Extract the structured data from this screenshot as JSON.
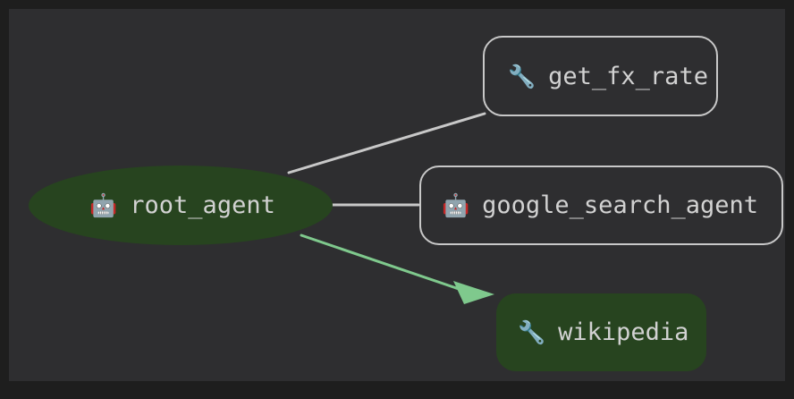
{
  "canvas": {
    "frame_color": "#1e1e1e",
    "background_color": "#2e2e30"
  },
  "graph": {
    "type": "agent-tool-graph",
    "nodes": [
      {
        "id": "root_agent",
        "label": "root_agent",
        "icon": "robot-icon",
        "icon_glyph": "🤖",
        "shape": "ellipse",
        "fill_color": "#27441f",
        "text_color": "#d2d2d2",
        "border_color": "none"
      },
      {
        "id": "get_fx_rate",
        "label": "get_fx_rate",
        "icon": "wrench-icon",
        "icon_glyph": "🔧",
        "shape": "rounded-rect",
        "fill_color": "transparent",
        "text_color": "#d2d2d2",
        "border_color": "#c8c8c8"
      },
      {
        "id": "google_search_agent",
        "label": "google_search_agent",
        "icon": "robot-icon",
        "icon_glyph": "🤖",
        "shape": "rounded-rect",
        "fill_color": "transparent",
        "text_color": "#d2d2d2",
        "border_color": "#c8c8c8"
      },
      {
        "id": "wikipedia",
        "label": "wikipedia",
        "icon": "wrench-icon",
        "icon_glyph": "🔧",
        "shape": "rounded-rect",
        "fill_color": "#27441f",
        "text_color": "#d2d2d2",
        "border_color": "none"
      }
    ],
    "edges": [
      {
        "id": "edge-root-to-get-fx-rate",
        "from": "root_agent",
        "to": "get_fx_rate",
        "color": "#c8c8c8",
        "arrow": false
      },
      {
        "id": "edge-root-to-google-search-agent",
        "from": "root_agent",
        "to": "google_search_agent",
        "color": "#c8c8c8",
        "arrow": false
      },
      {
        "id": "edge-root-to-wikipedia",
        "from": "root_agent",
        "to": "wikipedia",
        "color": "#7fc98d",
        "arrow": true
      }
    ]
  }
}
